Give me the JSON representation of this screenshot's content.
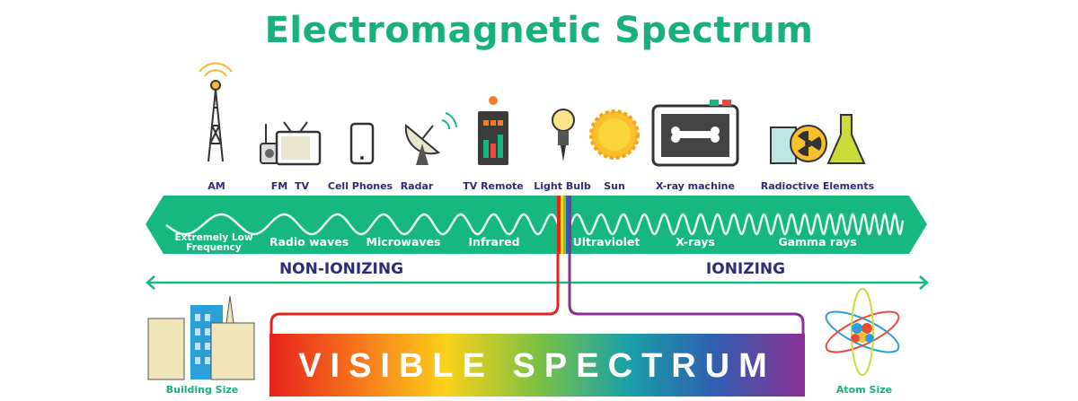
{
  "title": "Electromagnetic Spectrum",
  "sources": [
    {
      "label": "AM",
      "icon": "radio-tower-icon"
    },
    {
      "label": "FM",
      "icon": "radio-icon"
    },
    {
      "label": "TV",
      "icon": "tv-icon"
    },
    {
      "label": "Cell Phones",
      "icon": "phone-icon"
    },
    {
      "label": "Radar",
      "icon": "radar-dish-icon"
    },
    {
      "label": "TV Remote",
      "icon": "remote-icon"
    },
    {
      "label": "Light Bulb",
      "icon": "light-bulb-icon"
    },
    {
      "label": "Sun",
      "icon": "sun-icon"
    },
    {
      "label": "X-ray machine",
      "icon": "xray-machine-icon"
    },
    {
      "label": "Radioctive Elements",
      "icon": "radioactive-icon"
    }
  ],
  "bands": [
    {
      "label": "Extremely Low",
      "label2": "Frequency"
    },
    {
      "label": "Radio waves"
    },
    {
      "label": "Microwaves"
    },
    {
      "label": "Infrared"
    },
    {
      "label": "Ultraviolet"
    },
    {
      "label": "X-rays"
    },
    {
      "label": "Gamma rays"
    }
  ],
  "non_ionizing": "NON-IONIZING",
  "ionizing": "IONIZING",
  "visible": "VISIBLE SPECTRUM",
  "building_size": "Building Size",
  "atom_size": "Atom Size",
  "colors": {
    "green": "#17b87f",
    "navy": "#2e2a7c"
  }
}
